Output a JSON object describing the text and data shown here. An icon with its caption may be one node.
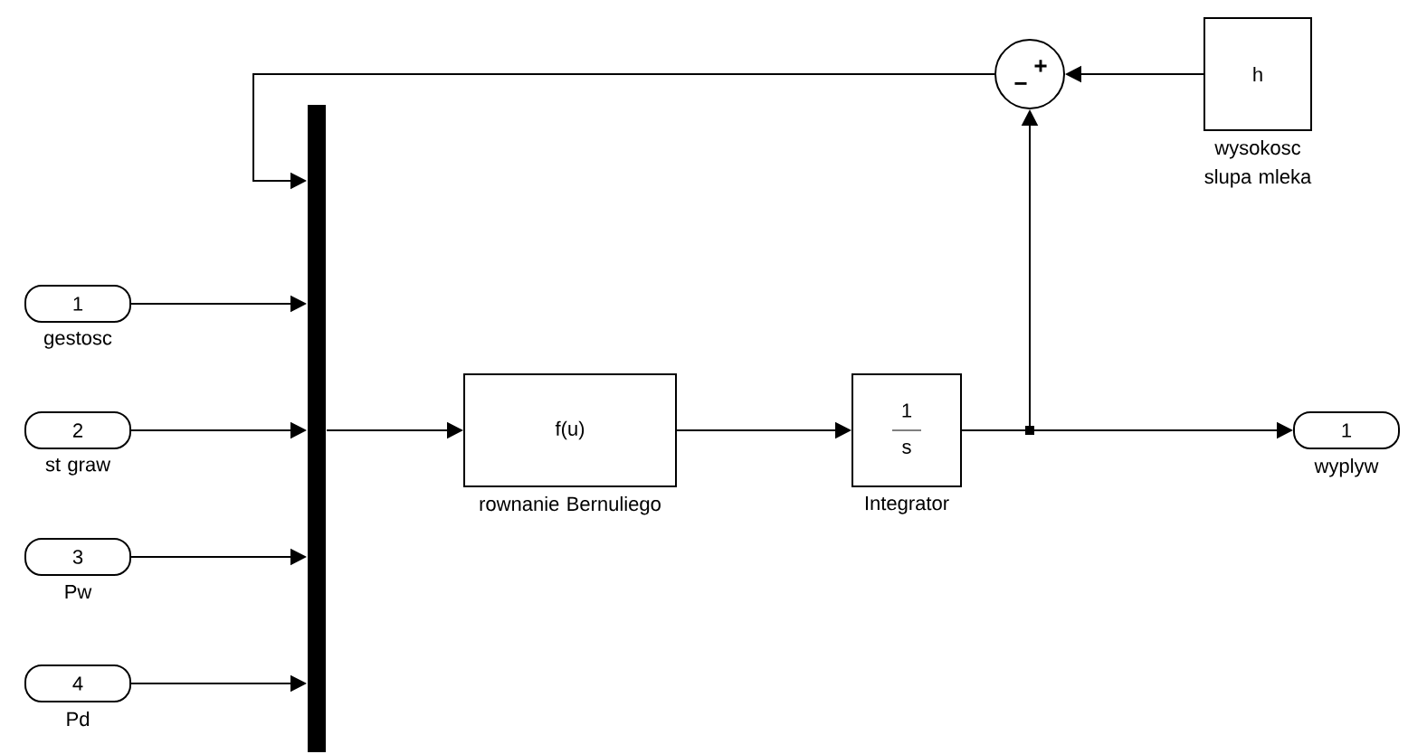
{
  "diagram": {
    "nodes": [
      {
        "text": [
          "1"
        ],
        "beside": [
          "gestosc"
        ]
      },
      {
        "text": [
          "2"
        ],
        "beside": [
          "st graw"
        ]
      },
      {
        "text": [
          "3"
        ],
        "beside": [
          "Pw"
        ]
      },
      {
        "text": [
          "4"
        ],
        "beside": [
          "Pd"
        ]
      },
      {
        "text": [],
        "shape": "bar"
      },
      {
        "text": [
          "f(u)"
        ],
        "beside": [
          "rownanie Bernuliego"
        ]
      },
      {
        "text": [
          "1",
          "s"
        ],
        "beside": [
          "Integrator"
        ]
      },
      {
        "text": [
          "+",
          "−"
        ]
      },
      {
        "text": [
          "h"
        ],
        "beside": [
          "wysokosc slupa mleka"
        ]
      },
      {
        "text": [
          "1"
        ],
        "beside": [
          "wyplyw"
        ]
      }
    ],
    "edges": [
      {
        "from": 0,
        "to": 4,
        "arrow": "to"
      },
      {
        "from": 1,
        "to": 4,
        "arrow": "to"
      },
      {
        "from": 2,
        "to": 4,
        "arrow": "to"
      },
      {
        "from": 3,
        "to": 4,
        "arrow": "to"
      },
      {
        "from": 4,
        "to": 5,
        "arrow": "to"
      },
      {
        "from": 5,
        "to": 6,
        "arrow": "to"
      },
      {
        "from": 6,
        "to": 9,
        "arrow": "to"
      },
      {
        "from": 6,
        "to": 7,
        "arrow": "to"
      },
      {
        "from": 8,
        "to": 7,
        "arrow": "to"
      },
      {
        "from": 7,
        "to": 4,
        "arrow": "to"
      }
    ]
  }
}
